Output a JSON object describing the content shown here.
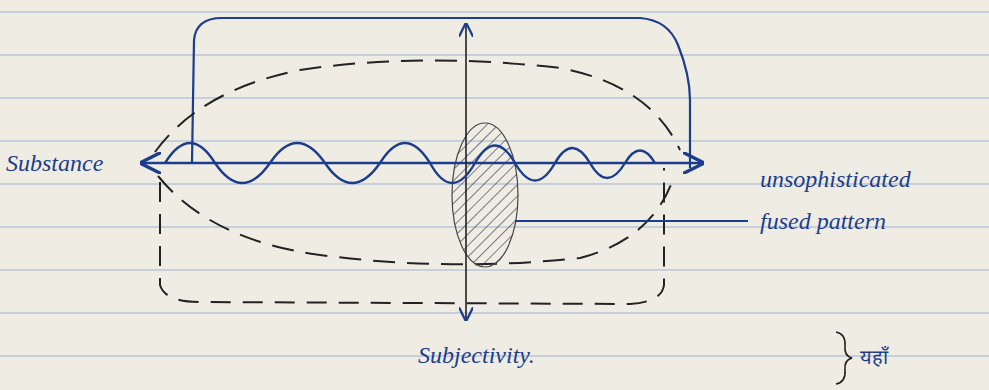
{
  "diagram": {
    "labels": [
      "Substance",
      "Subjectivity.",
      "unsophisticated fused pattern",
      "यहाँ"
    ]
  }
}
